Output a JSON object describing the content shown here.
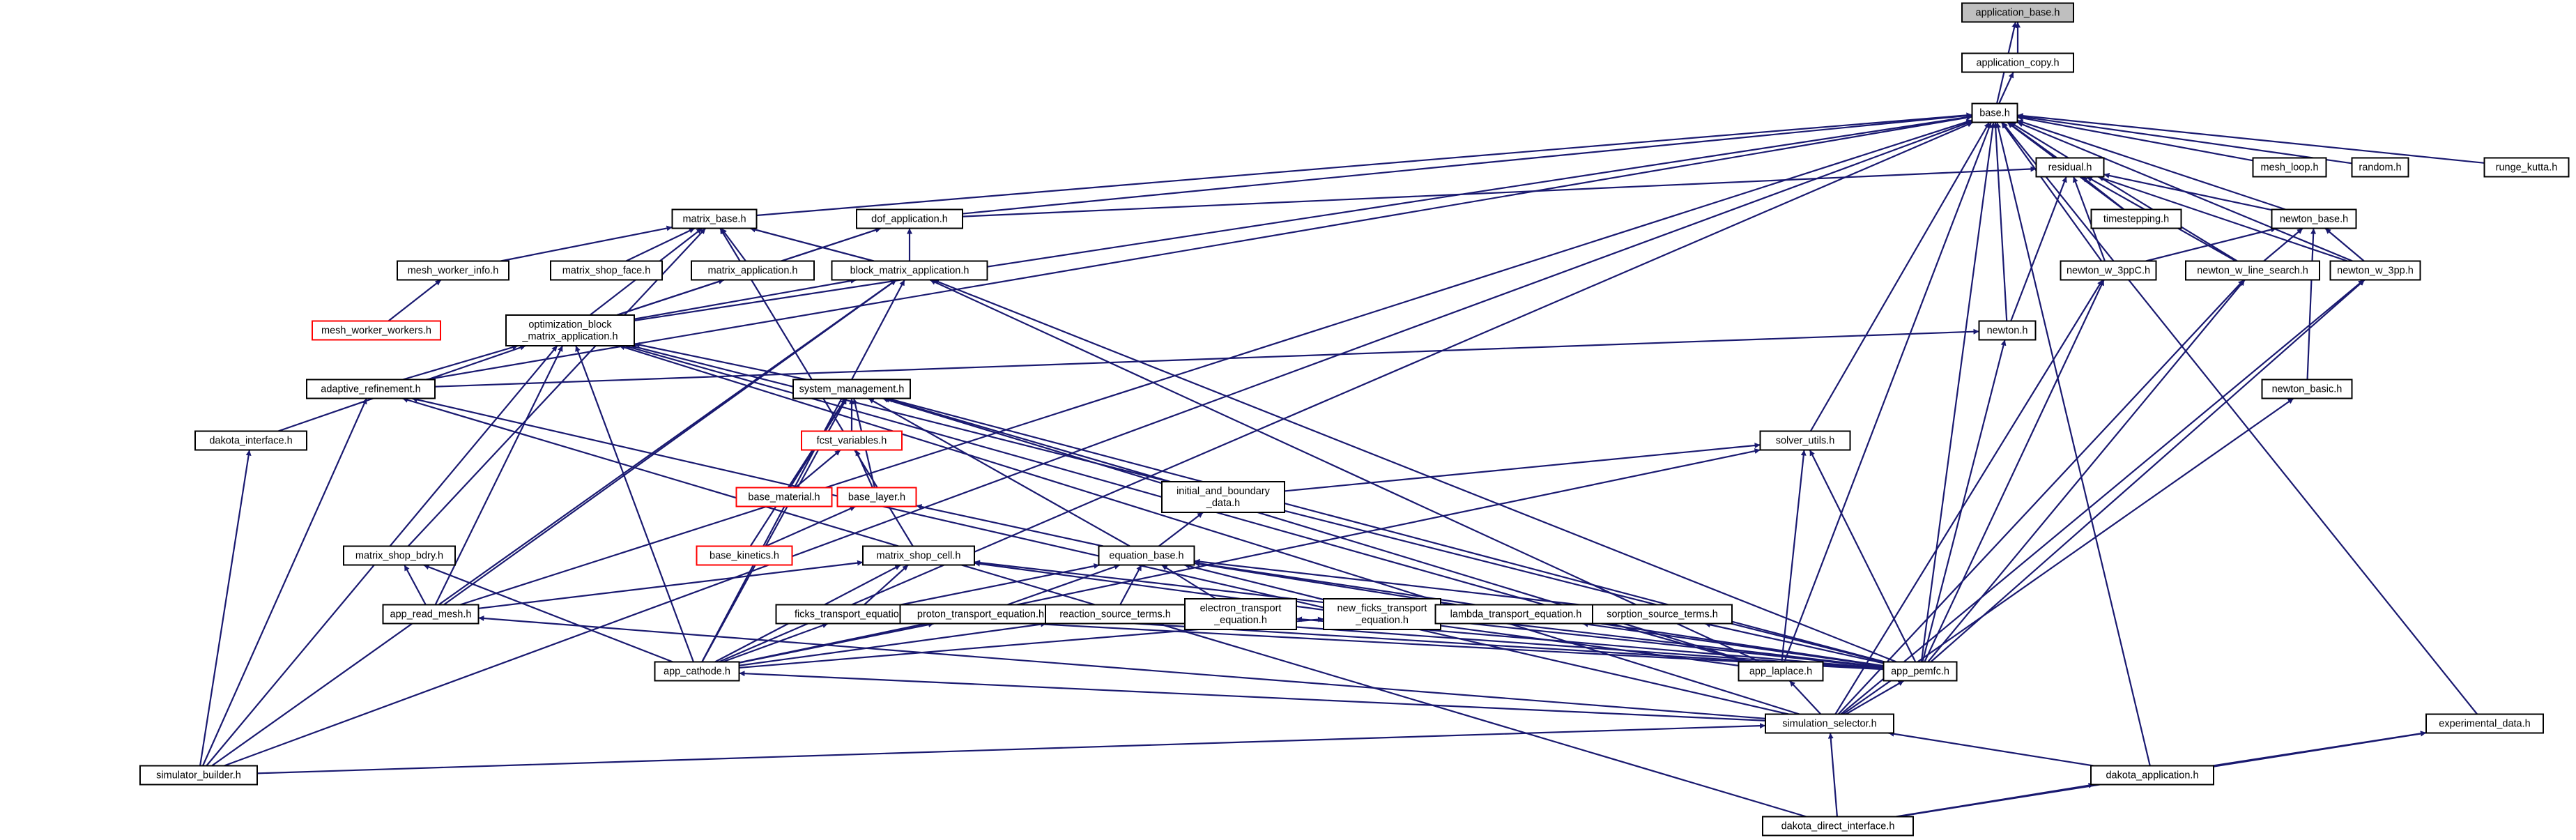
{
  "colors": {
    "edge": "#191970",
    "node_border": "#000000",
    "node_border_incomplete": "#ff0000",
    "root_fill": "#bfbfbf"
  },
  "nodes": [
    {
      "id": "application_base",
      "lines": [
        "application_base.h"
      ],
      "root": true
    },
    {
      "id": "application_copy",
      "lines": [
        "application_copy.h"
      ]
    },
    {
      "id": "base",
      "lines": [
        "base.h"
      ]
    },
    {
      "id": "mesh_loop",
      "lines": [
        "mesh_loop.h"
      ]
    },
    {
      "id": "random",
      "lines": [
        "random.h"
      ]
    },
    {
      "id": "runge_kutta",
      "lines": [
        "runge_kutta.h"
      ]
    },
    {
      "id": "residual",
      "lines": [
        "residual.h"
      ]
    },
    {
      "id": "timestepping",
      "lines": [
        "timestepping.h"
      ]
    },
    {
      "id": "newton_base",
      "lines": [
        "newton_base.h"
      ]
    },
    {
      "id": "dof_application",
      "lines": [
        "dof_application.h"
      ]
    },
    {
      "id": "matrix_base",
      "lines": [
        "matrix_base.h"
      ]
    },
    {
      "id": "mesh_worker_info",
      "lines": [
        "mesh_worker_info.h"
      ]
    },
    {
      "id": "matrix_shop_face",
      "lines": [
        "matrix_shop_face.h"
      ]
    },
    {
      "id": "matrix_application",
      "lines": [
        "matrix_application.h"
      ]
    },
    {
      "id": "block_matrix_application",
      "lines": [
        "block_matrix_application.h"
      ]
    },
    {
      "id": "newton_w_3ppc",
      "lines": [
        "newton_w_3ppC.h"
      ]
    },
    {
      "id": "newton_w_line_search",
      "lines": [
        "newton_w_line_search.h"
      ]
    },
    {
      "id": "newton_w_3pp",
      "lines": [
        "newton_w_3pp.h"
      ]
    },
    {
      "id": "mesh_worker_workers",
      "lines": [
        "mesh_worker_workers.h"
      ],
      "red": true
    },
    {
      "id": "optimization_block",
      "lines": [
        "optimization_block",
        "_matrix_application.h"
      ]
    },
    {
      "id": "newton",
      "lines": [
        "newton.h"
      ]
    },
    {
      "id": "adaptive_refinement",
      "lines": [
        "adaptive_refinement.h"
      ]
    },
    {
      "id": "system_management",
      "lines": [
        "system_management.h"
      ]
    },
    {
      "id": "newton_basic",
      "lines": [
        "newton_basic.h"
      ]
    },
    {
      "id": "dakota_interface",
      "lines": [
        "dakota_interface.h"
      ]
    },
    {
      "id": "fcst_variables",
      "lines": [
        "fcst_variables.h"
      ],
      "red": true
    },
    {
      "id": "solver_utils",
      "lines": [
        "solver_utils.h"
      ]
    },
    {
      "id": "base_material",
      "lines": [
        "base_material.h"
      ],
      "red": true
    },
    {
      "id": "base_layer",
      "lines": [
        "base_layer.h"
      ],
      "red": true
    },
    {
      "id": "initial_and_boundary",
      "lines": [
        "initial_and_boundary",
        "_data.h"
      ]
    },
    {
      "id": "base_kinetics",
      "lines": [
        "base_kinetics.h"
      ],
      "red": true
    },
    {
      "id": "matrix_shop_bdry",
      "lines": [
        "matrix_shop_bdry.h"
      ]
    },
    {
      "id": "matrix_shop_cell",
      "lines": [
        "matrix_shop_cell.h"
      ]
    },
    {
      "id": "equation_base",
      "lines": [
        "equation_base.h"
      ]
    },
    {
      "id": "app_read_mesh",
      "lines": [
        "app_read_mesh.h"
      ]
    },
    {
      "id": "ficks_transport_equation",
      "lines": [
        "ficks_transport_equation.h"
      ]
    },
    {
      "id": "proton_transport_equation",
      "lines": [
        "proton_transport_equation.h"
      ]
    },
    {
      "id": "reaction_source_terms",
      "lines": [
        "reaction_source_terms.h"
      ]
    },
    {
      "id": "electron_transport",
      "lines": [
        "electron_transport",
        "_equation.h"
      ]
    },
    {
      "id": "new_ficks_transport",
      "lines": [
        "new_ficks_transport",
        "_equation.h"
      ]
    },
    {
      "id": "lambda_transport_equation",
      "lines": [
        "lambda_transport_equation.h"
      ]
    },
    {
      "id": "sorption_source_terms",
      "lines": [
        "sorption_source_terms.h"
      ]
    },
    {
      "id": "app_cathode",
      "lines": [
        "app_cathode.h"
      ]
    },
    {
      "id": "app_laplace",
      "lines": [
        "app_laplace.h"
      ]
    },
    {
      "id": "app_pemfc",
      "lines": [
        "app_pemfc.h"
      ]
    },
    {
      "id": "simulation_selector",
      "lines": [
        "simulation_selector.h"
      ]
    },
    {
      "id": "experimental_data",
      "lines": [
        "experimental_data.h"
      ]
    },
    {
      "id": "simulator_builder",
      "lines": [
        "simulator_builder.h"
      ]
    },
    {
      "id": "dakota_application",
      "lines": [
        "dakota_application.h"
      ]
    },
    {
      "id": "dakota_direct_interface",
      "lines": [
        "dakota_direct_interface.h"
      ]
    }
  ]
}
